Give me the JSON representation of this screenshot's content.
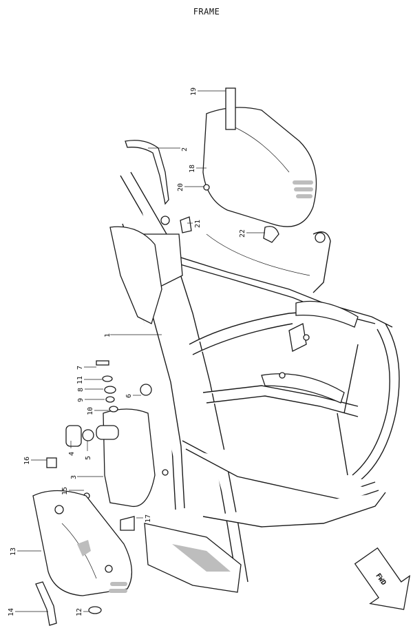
{
  "title": "FRAME",
  "fwd_label": "FWD",
  "callouts": [
    "1",
    "2",
    "3",
    "4",
    "5",
    "6",
    "7",
    "8",
    "9",
    "10",
    "11",
    "12",
    "13",
    "14",
    "15",
    "16",
    "17",
    "18",
    "19",
    "20",
    "21",
    "22"
  ]
}
